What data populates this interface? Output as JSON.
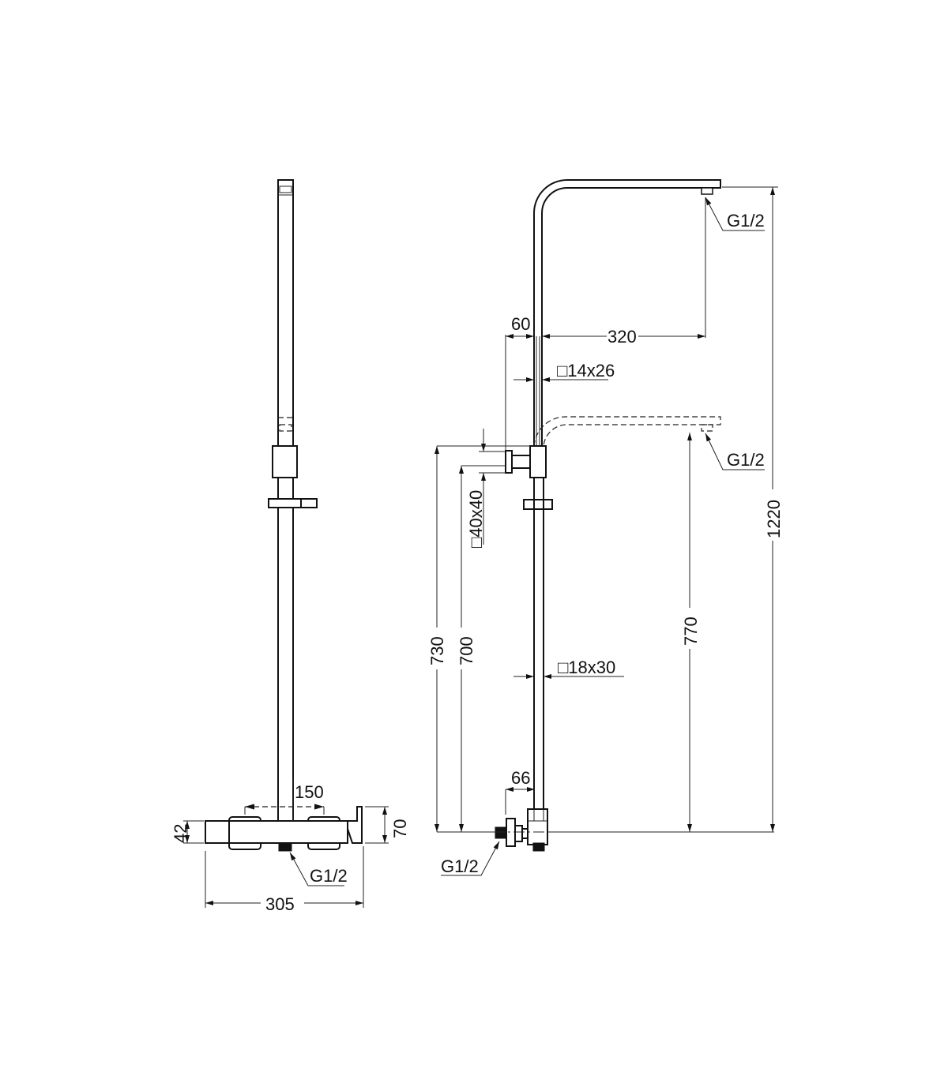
{
  "drawing": {
    "front_view": {
      "dimensions": {
        "overall_width": "305",
        "handle_spacing": "150",
        "body_height": "42",
        "overall_height": "70",
        "outlet_thread": "G1/2"
      }
    },
    "side_view": {
      "dimensions": {
        "arm_reach": "320",
        "arm_offset": "60",
        "upper_tube": "□14x26",
        "slider_block": "□40x40",
        "lower_tube": "□18x30",
        "height_730": "730",
        "height_700": "700",
        "height_770": "770",
        "height_total": "1220",
        "inlet_offset": "66",
        "head_thread_top": "G1/2",
        "head_thread_low": "G1/2",
        "inlet_thread": "G1/2"
      }
    },
    "colors": {
      "line": "#111111",
      "background": "#ffffff"
    }
  }
}
